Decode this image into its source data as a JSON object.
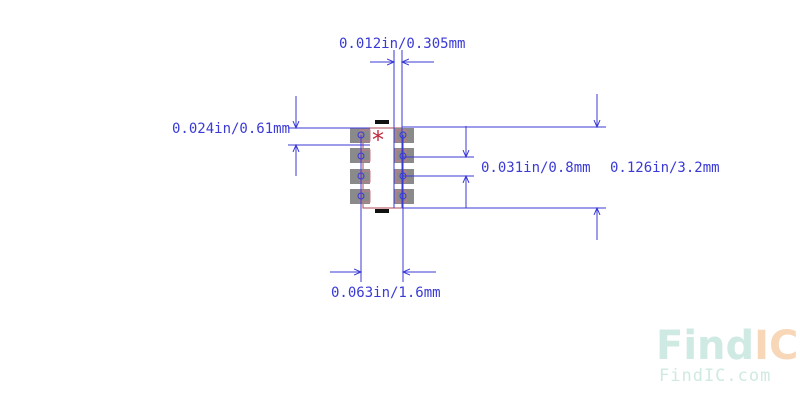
{
  "diagram": {
    "dimensions": {
      "pad_width": "0.012in/0.305mm",
      "pad_pitch_left": "0.024in/0.61mm",
      "pad_pitch_right": "0.031in/0.8mm",
      "total_height": "0.126in/3.2mm",
      "row_span": "0.063in/1.6mm"
    },
    "pin1_marker": "*",
    "colors": {
      "dimension_line": "#3a3ad6",
      "pad_fill": "#8a8a8a",
      "outline": "#b0485a",
      "pin1": "#c0283c"
    }
  },
  "watermark": {
    "logo_left": "Find",
    "logo_right": "IC",
    "url": "FindIC.com"
  }
}
